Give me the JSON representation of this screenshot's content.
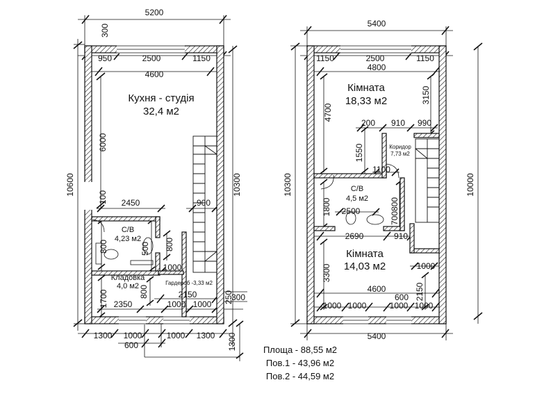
{
  "floor1": {
    "dims": {
      "top_total": "5200",
      "top_300": "300",
      "top_950": "950",
      "top_2500": "2500",
      "top_1150": "1150",
      "inner_4600": "4600",
      "left_10600": "10600",
      "right_10300": "10300",
      "left_6000": "6000",
      "left_100": "100",
      "mid_2450": "2450",
      "mid_900": "900",
      "d800a": "800",
      "d500": "500",
      "d800b": "800",
      "d1000_hall": "1000",
      "d1700": "1700",
      "d800c": "800",
      "d2150": "2150",
      "d2350": "2350",
      "d1000a": "1000",
      "d1000b": "1000",
      "d250": "250",
      "d300": "300",
      "b1300a": "1300",
      "b1000a": "1000",
      "b600": "600",
      "b1000b": "1000",
      "b1300b": "1300",
      "b1300v": "1300"
    },
    "rooms": {
      "kitchen_name": "Кухня - студія",
      "kitchen_area": "32,4 м2",
      "bath_name": "С/В",
      "bath_area": "4,23 м2",
      "pantry_name": "Кладовка",
      "pantry_area": "4,0 м2",
      "wardrobe": "Гардероб -3,33 м2"
    }
  },
  "floor2": {
    "dims": {
      "top_total": "5400",
      "top_1150a": "1150",
      "top_2500": "2500",
      "top_1150b": "1150",
      "inner_4800": "4800",
      "left_10300": "10300",
      "right_10000": "10000",
      "d4700": "4700",
      "d3150": "3150",
      "d200": "200",
      "d910a": "910",
      "d990": "990",
      "d1550": "1550",
      "d1100": "1100",
      "d1800": "1800",
      "d2500": "2500",
      "d800": "800",
      "d700": "700",
      "d2690": "2690",
      "d910b": "910",
      "d3300": "3300",
      "d1000r": "1000",
      "d4600": "4600",
      "d2150": "2150",
      "d600": "600",
      "b1000a": "1000",
      "b1000b": "1000",
      "b1000c": "1000",
      "b1000d": "1000",
      "bottom_total": "5400"
    },
    "rooms": {
      "room1_name": "Кімната",
      "room1_area": "18,33 м2",
      "corridor_name": "Коридор",
      "corridor_area": "7,73 м2",
      "bath_name": "С/В",
      "bath_area": "4,5 м2",
      "room2_name": "Кімната",
      "room2_area": "14,03 м2"
    }
  },
  "summary": {
    "total": "Площа - 88,55 м2",
    "floor1": "Пов.1 - 43,96 м2",
    "floor2": "Пов.2 - 44,59 м2"
  }
}
